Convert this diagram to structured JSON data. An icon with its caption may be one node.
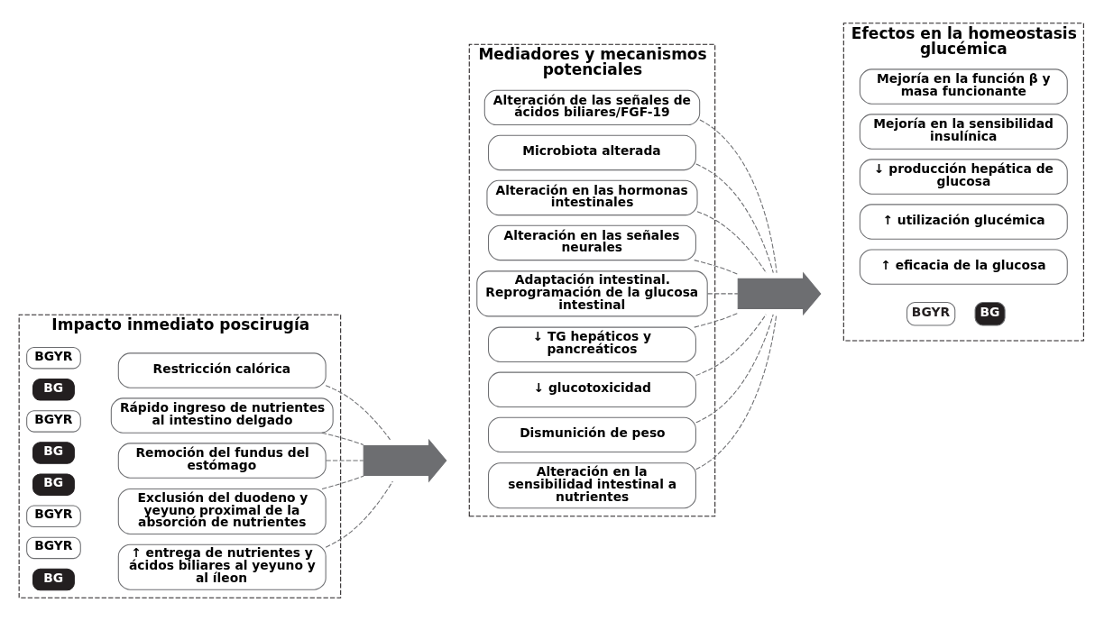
{
  "diagram": {
    "nodes": [
      {
        "text": [
          "Impacto inmediato poscirugía"
        ]
      },
      {
        "text": [
          "BGYR"
        ],
        "in": 0
      },
      {
        "text": [
          "BG"
        ],
        "in": 0
      },
      {
        "text": [
          "Restricción calórica"
        ],
        "in": 0
      },
      {
        "text": [
          "BGYR"
        ],
        "in": 0
      },
      {
        "text": [
          "BG"
        ],
        "in": 0
      },
      {
        "text": [
          "Rápido ingreso de nutrientes al intestino delgado"
        ],
        "in": 0
      },
      {
        "text": [
          "BG"
        ],
        "in": 0
      },
      {
        "text": [
          "Remoción del fundus del estómago"
        ],
        "in": 0
      },
      {
        "text": [
          "BGYR"
        ],
        "in": 0
      },
      {
        "text": [
          "Exclusión del duodeno y yeyuno proximal de la absorción de nutrientes"
        ],
        "in": 0
      },
      {
        "text": [
          "BGYR"
        ],
        "in": 0
      },
      {
        "text": [
          "BG"
        ],
        "in": 0
      },
      {
        "text": [
          "↑ entrega de nutrientes y ácidos biliares al yeyuno y al íleon"
        ],
        "in": 0
      },
      {
        "text": [],
        "shape": "arrow"
      },
      {
        "text": [
          "Mediadores y mecanismos potenciales"
        ]
      },
      {
        "text": [
          "Alteración de las señales de ácidos biliares/FGF-19"
        ],
        "in": 15
      },
      {
        "text": [
          "Microbiota alterada"
        ],
        "in": 15
      },
      {
        "text": [
          "Alteración en las hormonas intestinales"
        ],
        "in": 15
      },
      {
        "text": [
          "Alteración en las señales neurales"
        ],
        "in": 15
      },
      {
        "text": [
          "Adaptación intestinal. Reprogramación de la glucosa intestinal"
        ],
        "in": 15
      },
      {
        "text": [
          "↓ TG hepáticos y pancreáticos"
        ],
        "in": 15
      },
      {
        "text": [
          "↓ glucotoxicidad"
        ],
        "in": 15
      },
      {
        "text": [
          "Dismunición de peso"
        ],
        "in": 15
      },
      {
        "text": [
          "Alteración en la sensibilidad intestinal a nutrientes"
        ],
        "in": 15
      },
      {
        "text": [],
        "shape": "arrow"
      },
      {
        "text": [
          "Efectos en la homeostasis glucémica"
        ]
      },
      {
        "text": [
          "Mejoría en la función β y masa funcionante"
        ],
        "in": 26
      },
      {
        "text": [
          "Mejoría en la sensibilidad insulínica"
        ],
        "in": 26
      },
      {
        "text": [
          "↓ producción hepática de glucosa"
        ],
        "in": 26
      },
      {
        "text": [
          "↑ utilización glucémica"
        ],
        "in": 26
      },
      {
        "text": [
          "↑ eficacia de la glucosa"
        ],
        "in": 26
      }
    ],
    "edges": [
      {
        "from": 3,
        "to": 14,
        "arrow": "none",
        "style": "dashed"
      },
      {
        "from": 6,
        "to": 14,
        "arrow": "none",
        "style": "dashed"
      },
      {
        "from": 8,
        "to": 14,
        "arrow": "none",
        "style": "dashed"
      },
      {
        "from": 10,
        "to": 14,
        "arrow": "none",
        "style": "dashed"
      },
      {
        "from": 13,
        "to": 14,
        "arrow": "none",
        "style": "dashed"
      },
      {
        "from": 16,
        "to": 25,
        "arrow": "none",
        "style": "dashed"
      },
      {
        "from": 17,
        "to": 25,
        "arrow": "none",
        "style": "dashed"
      },
      {
        "from": 18,
        "to": 25,
        "arrow": "none",
        "style": "dashed"
      },
      {
        "from": 19,
        "to": 25,
        "arrow": "none",
        "style": "dashed"
      },
      {
        "from": 20,
        "to": 25,
        "arrow": "none",
        "style": "dashed"
      },
      {
        "from": 21,
        "to": 25,
        "arrow": "none",
        "style": "dashed"
      },
      {
        "from": 22,
        "to": 25,
        "arrow": "none",
        "style": "dashed"
      },
      {
        "from": 23,
        "to": 25,
        "arrow": "none",
        "style": "dashed"
      },
      {
        "from": 24,
        "to": 25,
        "arrow": "none",
        "style": "dashed"
      }
    ],
    "legend": [
      {
        "text": "BGYR",
        "color": "#ffffff"
      },
      {
        "text": "BG",
        "color": "#231f20"
      }
    ]
  }
}
